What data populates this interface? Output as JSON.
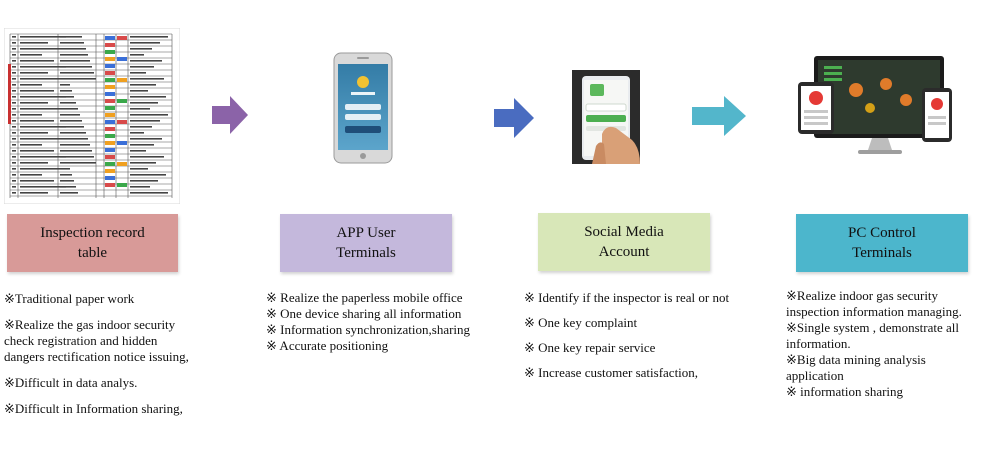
{
  "colors": {
    "box1": "#d89a98",
    "box2": "#c4b8dc",
    "box3": "#d8e7b8",
    "box4": "#4cb6cc",
    "arrow1": "#8b63a8",
    "arrow2": "#4a6cc0",
    "arrow3": "#53b6cb"
  },
  "stages": [
    {
      "label": "Inspection record\ntable",
      "icon": "paper-form-icon",
      "bullets": [
        "※Traditional paper work",
        "※Realize the gas indoor security\ncheck registration and hidden\ndangers rectification notice issuing,",
        " ※Difficult in data analys.",
        "※Difficult in Information sharing,"
      ]
    },
    {
      "label": "APP  User\nTerminals",
      "icon": "smartphone-icon",
      "bullets": [
        "※ Realize the paperless mobile office",
        "※ One device sharing all information",
        "※ Information synchronization,sharing",
        "※ Accurate positioning"
      ]
    },
    {
      "label": "Social Media\nAccount",
      "icon": "hand-phone-icon",
      "bullets": [
        "※ Identify if the inspector is real or not",
        " ※ One key complaint",
        "※ One key repair service",
        "※ Increase customer satisfaction,"
      ]
    },
    {
      "label": "PC Control\nTerminals",
      "icon": "monitor-devices-icon",
      "bullets": [
        "  ※Realize indoor gas security\ninspection information managing.",
        "  ※Single system , demonstrate all\ninformation.",
        "  ※Big data mining analysis\napplication",
        "  ※ information sharing"
      ]
    }
  ]
}
